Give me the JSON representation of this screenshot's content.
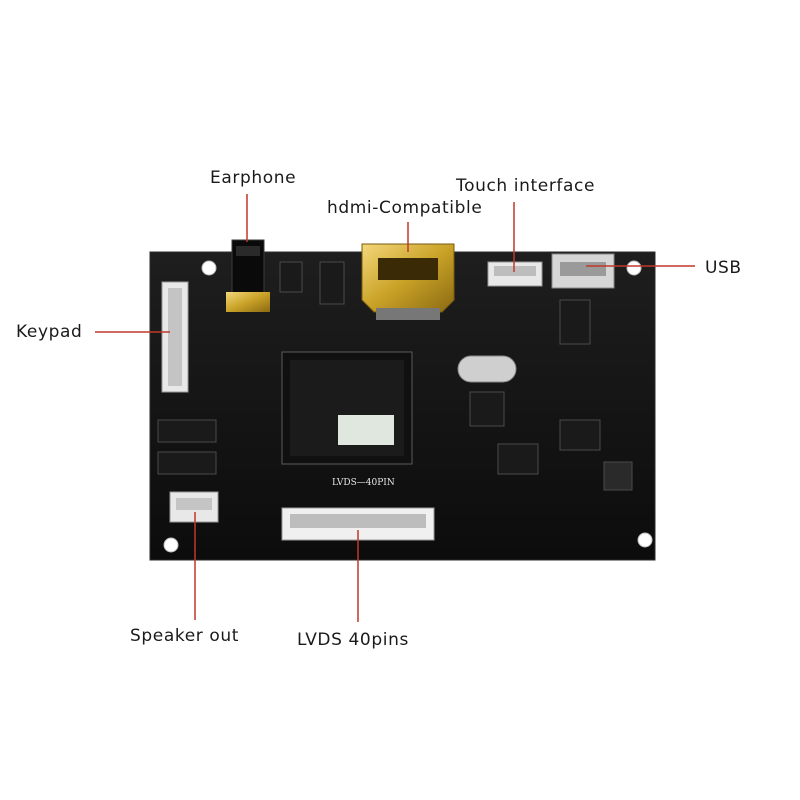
{
  "labels": {
    "earphone": "Earphone",
    "hdmi": "hdmi-Compatible",
    "touch": "Touch interface",
    "usb": "USB",
    "keypad": "Keypad",
    "speaker": "Speaker out",
    "lvds": "LVDS 40pins"
  },
  "board": {
    "silkscreen": "LVDS—40PIN",
    "colors": {
      "pcb": "#141414",
      "leader": "#c0392b",
      "metal": "#c9a227",
      "connector": "#e8e8e8"
    }
  }
}
